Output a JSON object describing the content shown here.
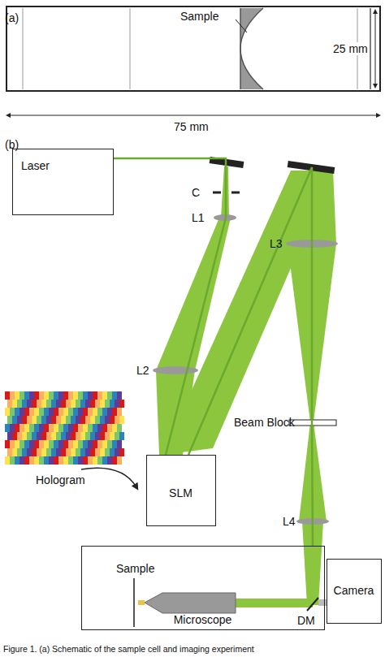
{
  "diagram": {
    "caption": "Figure 1. (a) Schematic of the sample cell and imaging experiment",
    "nodes": [
      {
        "text": [
          "Laser"
        ]
      },
      {
        "text": [
          "SLM"
        ]
      },
      {
        "text": [
          "Microscope"
        ]
      },
      {
        "text": [
          "Camera"
        ]
      }
    ],
    "edges": [
      {
        "from": 0,
        "to": 1,
        "arrow": "none"
      },
      {
        "from": 1,
        "to": 2,
        "arrow": "none"
      }
    ],
    "labels": [
      "(a)",
      "Sample",
      "25 mm",
      "75 mm",
      "(b)",
      "C",
      "L1",
      "L2",
      "L3",
      "Hologram",
      "Beam Block",
      "L4",
      "Sample",
      "DM"
    ]
  }
}
